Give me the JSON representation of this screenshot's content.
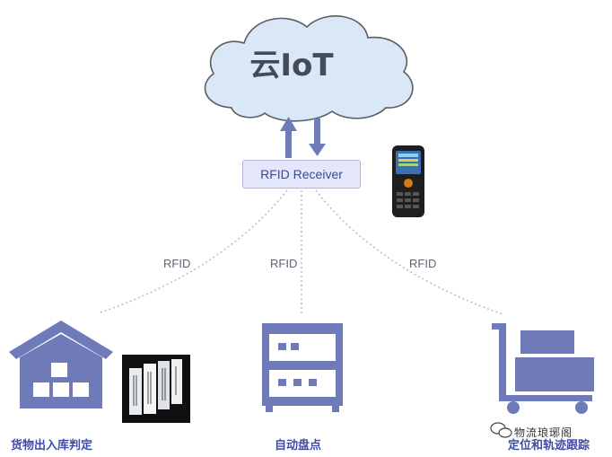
{
  "cloud": {
    "title": "云IoT",
    "icon": "cloud-icon"
  },
  "receiver": {
    "label": "RFID Receiver"
  },
  "links": [
    {
      "label": "RFID"
    },
    {
      "label": "RFID"
    },
    {
      "label": "RFID"
    }
  ],
  "nodes": [
    {
      "label": "货物出入库判定",
      "icon": "warehouse-icon"
    },
    {
      "label": "自动盘点",
      "icon": "shelf-icon"
    },
    {
      "label": "定位和轨迹跟踪",
      "icon": "cart-icon"
    }
  ],
  "watermark": {
    "text": "物流琅琊阁",
    "icon": "wechat-icon"
  },
  "colors": {
    "accent": "#6f7bb8",
    "cloud_fill": "#d9e7f6",
    "cloud_stroke": "#5a5e66",
    "receiver_fill": "#e4e7fb"
  }
}
